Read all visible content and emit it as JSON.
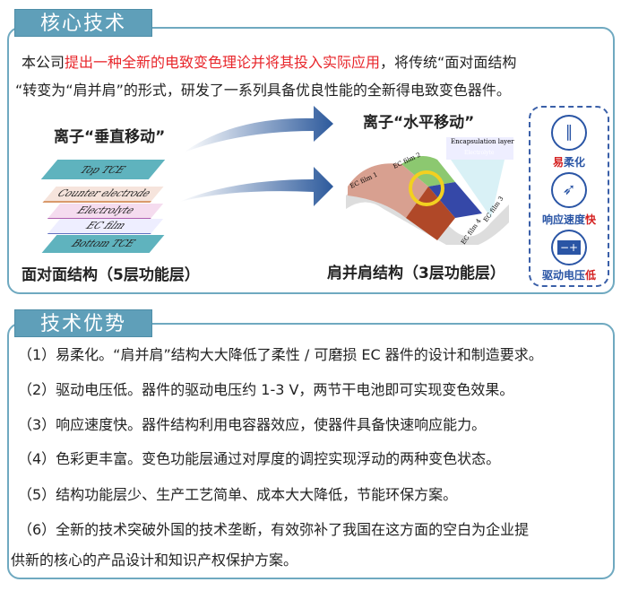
{
  "section1": {
    "title": "核心技术",
    "intro_line1_a": "本公司",
    "intro_line1_red": "提出一种全新的电致变色理论并将其投入实际应用",
    "intro_line1_b": "，将传统“面对面结构",
    "intro_line2": "“转变为“肩并肩”的形式，研发了一系列具备优良性能的全新得电致变色器件。",
    "left_heading": "离子“垂直移动”",
    "right_heading": "离子“水平移动”",
    "layers": [
      "Top TCE",
      "Counter electrode",
      "Electrolyte",
      "EC film",
      "Bottom TCE"
    ],
    "figure_labels": [
      "Encapsulation layer",
      "Electrolyte",
      "EC film 1",
      "EC film 2",
      "EC film 3",
      "EC film 4"
    ],
    "left_caption": "面对面结构（5层功能层）",
    "right_caption": "肩并肩结构（3层功能层）",
    "features": [
      {
        "icon": "flexible-icon",
        "a": "易",
        "b": "柔化",
        "highlight_first": true
      },
      {
        "icon": "rocket-icon",
        "a": "响应速度",
        "b": "快"
      },
      {
        "icon": "battery-icon",
        "a": "驱动电压",
        "b": "低"
      }
    ]
  },
  "section2": {
    "title": "技术优势",
    "items": [
      "（1）易柔化。“肩并肩”结构大大降低了柔性 / 可磨损 EC 器件的设计和制造要求。",
      "（2）驱动电压低。器件的驱动电压约 1-3 V，两节干电池即可实现变色效果。",
      "（3）响应速度快。器件结构利用电容器效应，使器件具备快速响应能力。",
      "（4）色彩更丰富。变色功能层通过对厚度的调控实现浮动的两种变色状态。",
      "（5）结构功能层少、生产工艺简单、成本大大降低，节能环保方案。",
      "（6）全新的技术突破外国的技术垄断，有效弥补了我国在这方面的空白为企业提",
      "供新的核心的产品设计和知识产权保护方案。"
    ]
  },
  "colors": {
    "frame": "#6fa9c0",
    "tab": "#5f9fb9",
    "highlight": "#e8262b",
    "feature": "#2a55a5"
  }
}
